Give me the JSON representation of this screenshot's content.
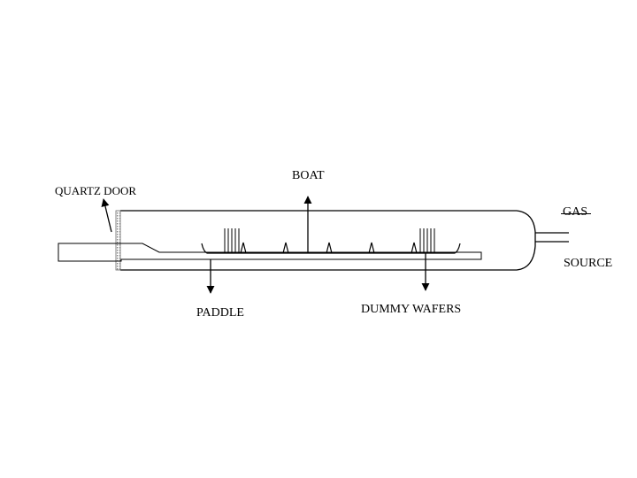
{
  "diagram": {
    "labels": {
      "boat": "BOAT",
      "quartz_door": "QUARTZ DOOR",
      "gas": "GAS",
      "source": "SOURCE",
      "paddle": "PADDLE",
      "dummy_wafers": "DUMMY WAFERS"
    },
    "colors": {
      "stroke": "#000000",
      "background": "#ffffff",
      "door_fill": "#b0b0b0"
    }
  }
}
